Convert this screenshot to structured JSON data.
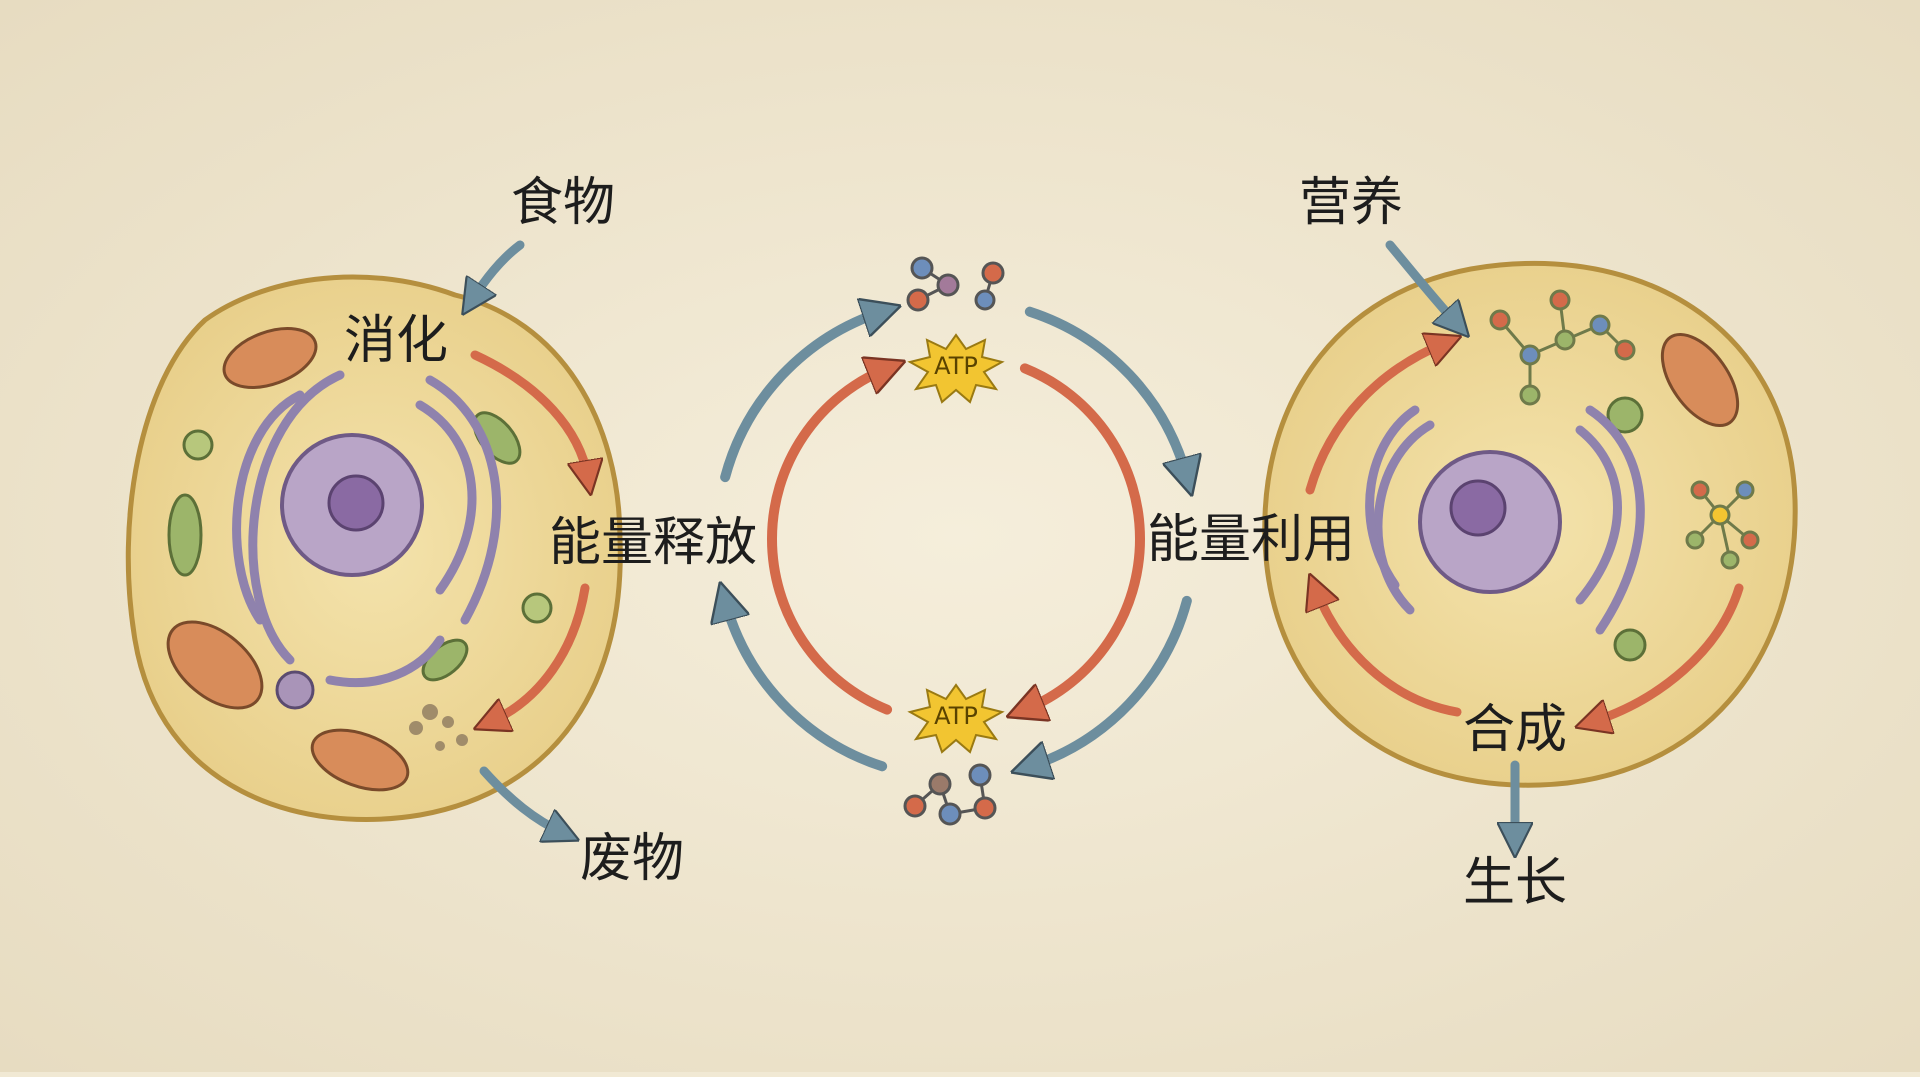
{
  "left_cell": {
    "input_label": "食物",
    "digest_label": "消化",
    "energy_release_label": "能量释放",
    "waste_label": "废物"
  },
  "atp_cycle": {
    "top_atp_label": "ATP",
    "bottom_atp_label": "ATP"
  },
  "right_cell": {
    "energy_use_label": "能量利用",
    "input_label": "营养",
    "synthesis_label": "合成",
    "growth_label": "生长"
  },
  "colors": {
    "background": "#f1e9d4",
    "cell_fill": "#efd99a",
    "cell_stroke": "#c9a24f",
    "nucleus": "#a994b8",
    "nucleolus": "#8a6aa3",
    "er": "#8f82ad",
    "mito": "#d88c5a",
    "blue_arrow": "#6d8e9e",
    "orange_arrow": "#d46a4a",
    "atp_burst": "#f2c531"
  }
}
